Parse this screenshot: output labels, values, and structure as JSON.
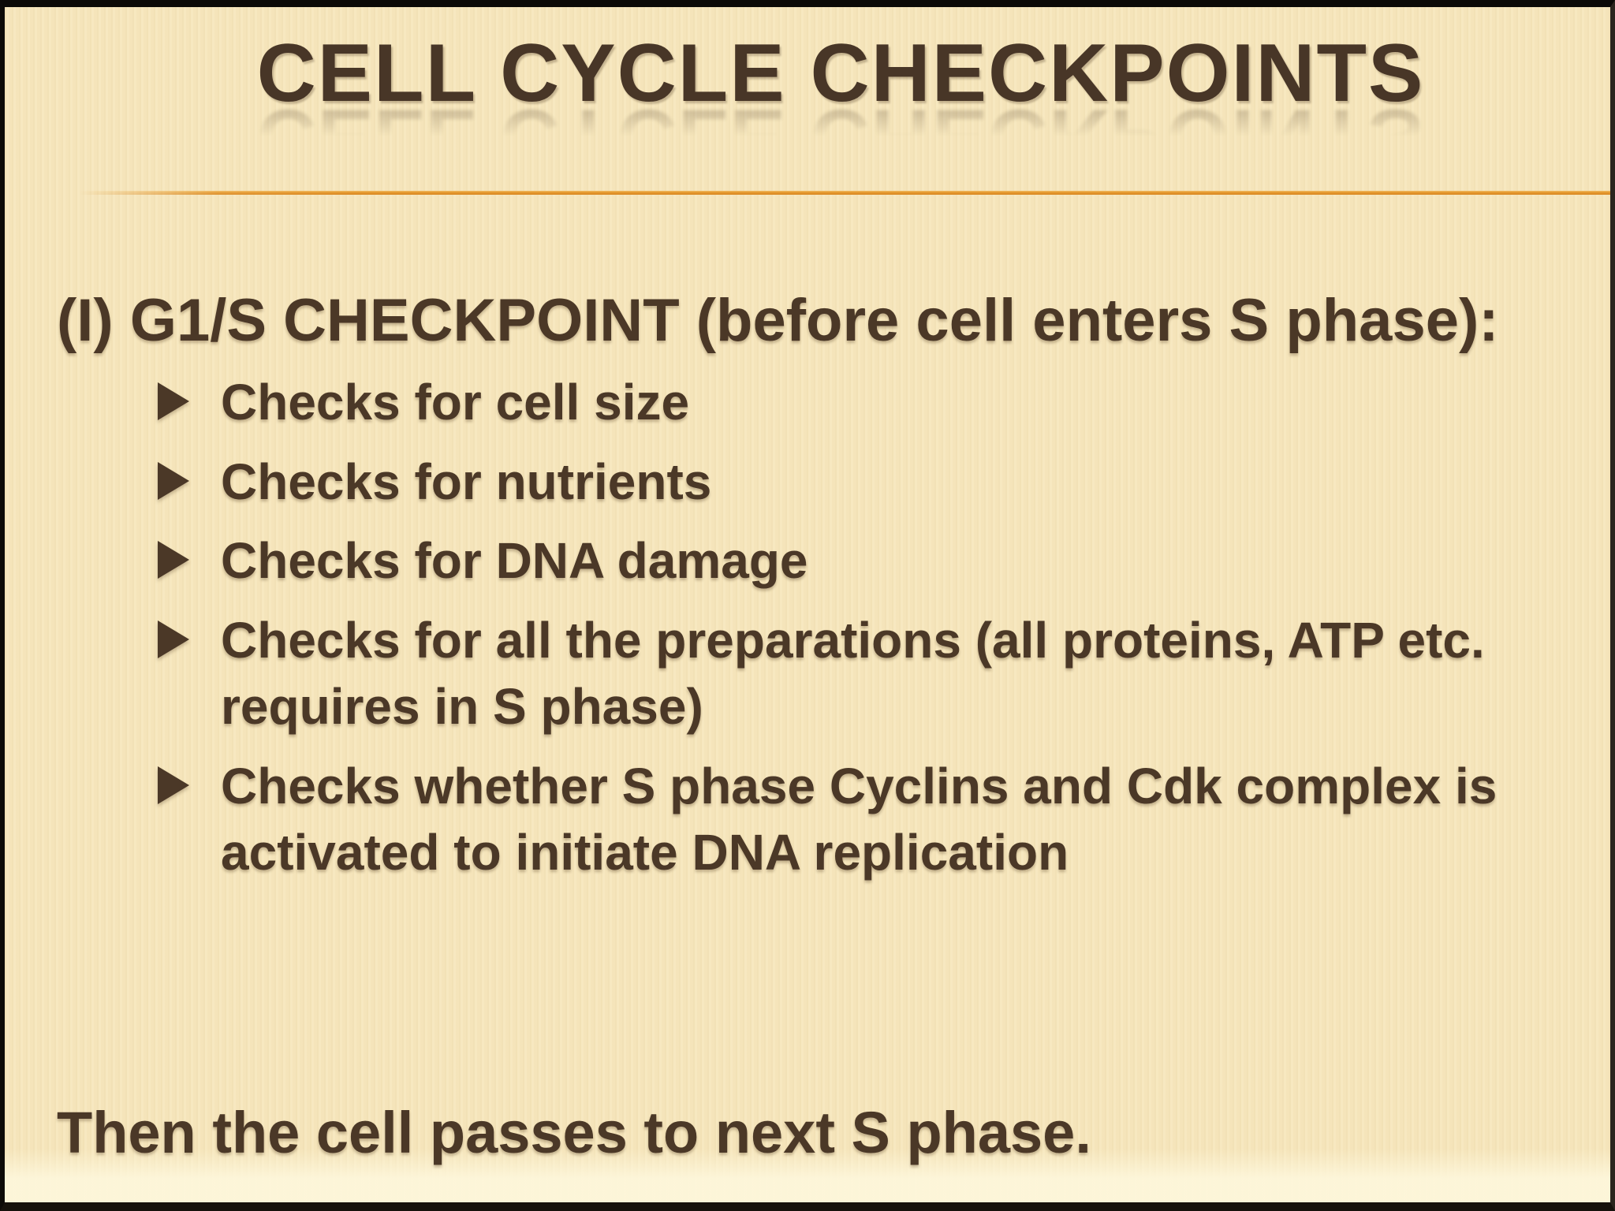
{
  "slide": {
    "title": "CELL CYCLE CHECKPOINTS",
    "heading": "(I) G1/S CHECKPOINT (before cell enters S phase):",
    "bullets": [
      "Checks for cell size",
      "Checks for nutrients",
      "Checks for DNA damage",
      "Checks for all the preparations (all proteins, ATP etc. requires in S phase)",
      "Checks whether S phase Cyclins and Cdk complex is activated to initiate DNA replication"
    ],
    "footer": "Then the cell passes to next S phase.",
    "colors": {
      "background": "#F7E7BD",
      "text": "#4B3827",
      "title_text": "#483627",
      "accent_line": "#E2952E",
      "frame_border": "#0D0B08"
    }
  }
}
